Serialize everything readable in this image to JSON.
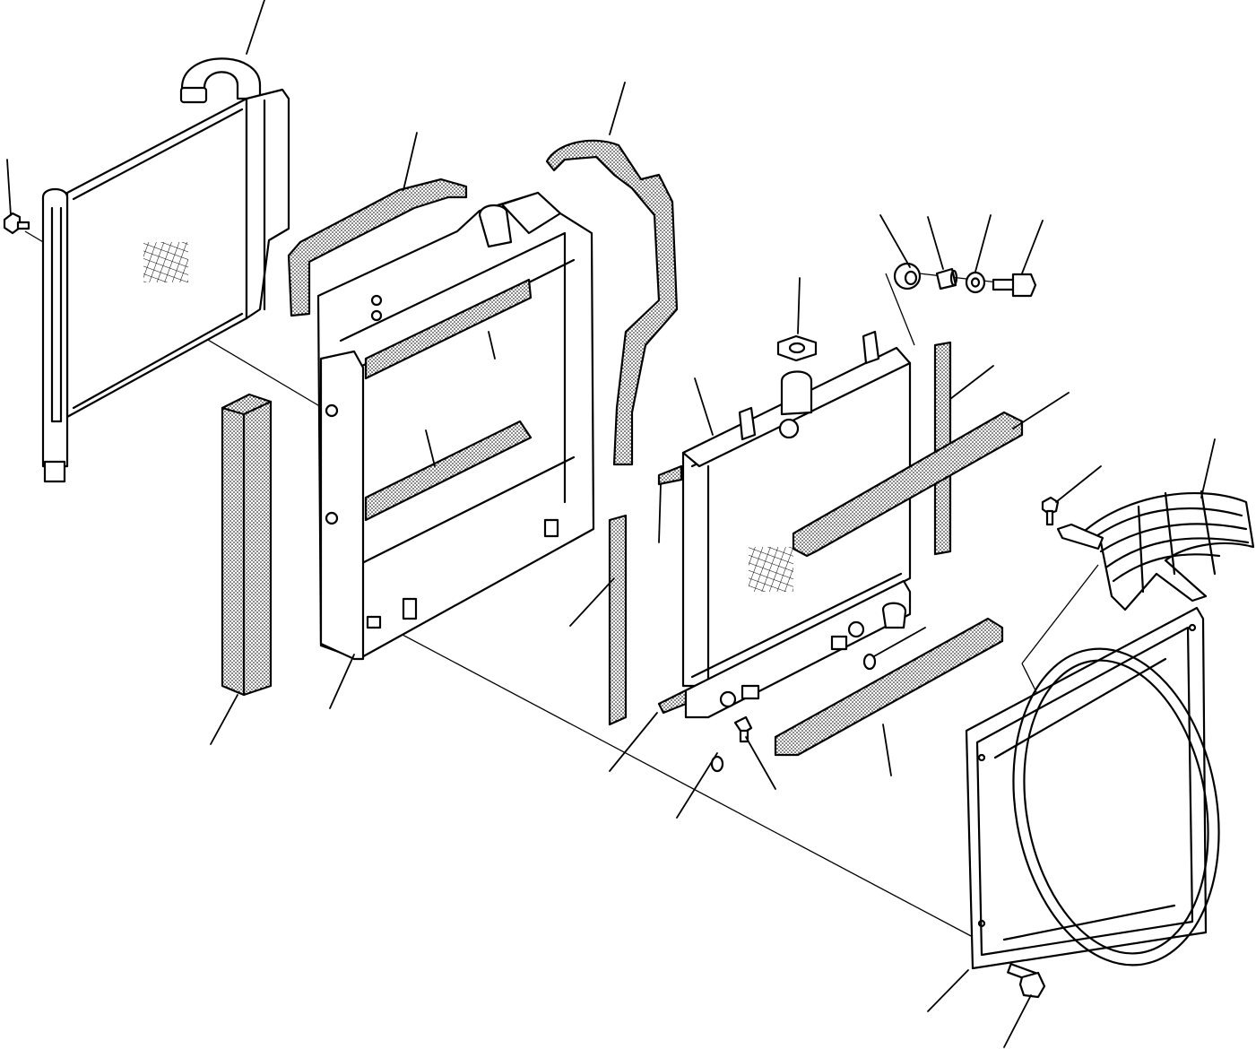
{
  "diagram": {
    "style": "exploded-parts-line-drawing",
    "ink_color": "#000000",
    "paper_color": "#ffffff",
    "fill_pattern": "stipple",
    "parts": [
      {
        "name": "oil-cooler",
        "icon": "cooler-core"
      },
      {
        "name": "cooler-pipe-elbow",
        "icon": "pipe-elbow"
      },
      {
        "name": "mounting-bolt-left",
        "icon": "bolt"
      },
      {
        "name": "upper-seal-strip",
        "icon": "foam-strip"
      },
      {
        "name": "radiator-frame",
        "icon": "frame"
      },
      {
        "name": "frame-seal-strips",
        "icon": "foam-strip"
      },
      {
        "name": "sponge-block",
        "icon": "foam-block"
      },
      {
        "name": "radiator-hose",
        "icon": "hose"
      },
      {
        "name": "vertical-seal-strip",
        "icon": "foam-strip"
      },
      {
        "name": "radiator-core",
        "icon": "radiator"
      },
      {
        "name": "filler-cap-gasket",
        "icon": "gasket"
      },
      {
        "name": "plug",
        "icon": "plug"
      },
      {
        "name": "collar",
        "icon": "collar"
      },
      {
        "name": "washer",
        "icon": "washer"
      },
      {
        "name": "cap-bolt",
        "icon": "bolt"
      },
      {
        "name": "right-seal-strips",
        "icon": "foam-strip"
      },
      {
        "name": "fan-guard",
        "icon": "guard"
      },
      {
        "name": "guard-screw",
        "icon": "screw"
      },
      {
        "name": "fan-shroud",
        "icon": "shroud"
      },
      {
        "name": "shroud-bolt",
        "icon": "bolt"
      },
      {
        "name": "drain-valve",
        "icon": "valve"
      },
      {
        "name": "drain-cock",
        "icon": "cock"
      },
      {
        "name": "rubber-mount",
        "icon": "mount"
      }
    ]
  }
}
